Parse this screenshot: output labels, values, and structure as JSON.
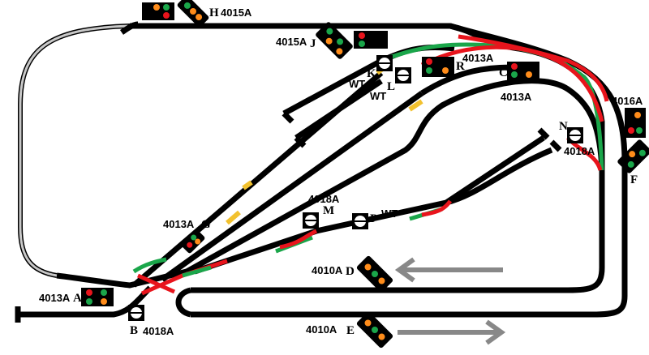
{
  "colors": {
    "track": "#000000",
    "loop": "#c8c8c8",
    "route_green": "#1aa64a",
    "route_red": "#e8141c",
    "isolation": "#f2c12e",
    "arrow": "#888888",
    "aspect_orange": "#ff8c1a"
  },
  "signals": [
    {
      "id": "H",
      "number": "4015A"
    },
    {
      "id": "J",
      "number": "4015A"
    },
    {
      "id": "K",
      "note": "WT"
    },
    {
      "id": "L",
      "note": "WT"
    },
    {
      "id": "R",
      "number": "4013A"
    },
    {
      "id": "C",
      "number": "4013A"
    },
    {
      "id": "F",
      "number": "4016A"
    },
    {
      "id": "N",
      "number": "4018A"
    },
    {
      "id": "M",
      "number": "4018A"
    },
    {
      "id": "P",
      "note": "WT"
    },
    {
      "id": "G",
      "number": "4013A"
    },
    {
      "id": "A",
      "number": "4013A"
    },
    {
      "id": "B",
      "number": "4018A"
    },
    {
      "id": "D",
      "number": "4010A"
    },
    {
      "id": "E",
      "number": "4010A"
    }
  ],
  "arrows": [
    {
      "signal": "D",
      "direction": "left"
    },
    {
      "signal": "E",
      "direction": "right"
    }
  ]
}
